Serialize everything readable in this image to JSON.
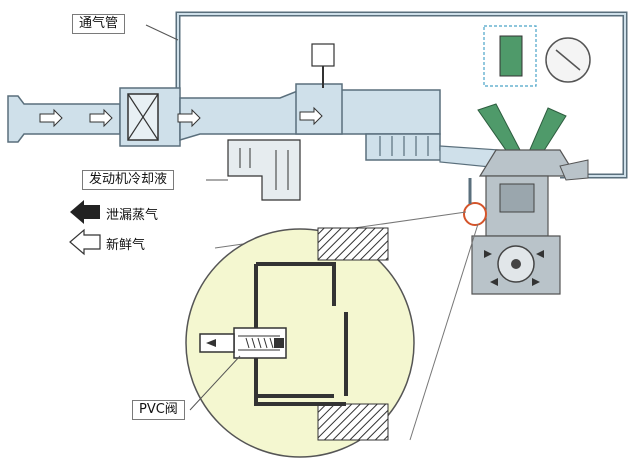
{
  "labels": {
    "vent_pipe": "通气管",
    "engine_coolant": "发动机冷却液",
    "pcv_valve": "PVC阀"
  },
  "legend": [
    {
      "text": "泄漏蒸气",
      "arrow": "solid-dark-arrow-icon"
    },
    {
      "text": "新鲜气",
      "arrow": "hollow-arrow-icon"
    }
  ],
  "colors": {
    "duct_fill": "#cfe0ea",
    "duct_stroke": "#5a6f7c",
    "zoom_fill": "#f4f7d0",
    "valve_green": "#4f9a6a",
    "engine_gray": "#b9c3c9",
    "dashed_box": "#4aa3c8"
  }
}
